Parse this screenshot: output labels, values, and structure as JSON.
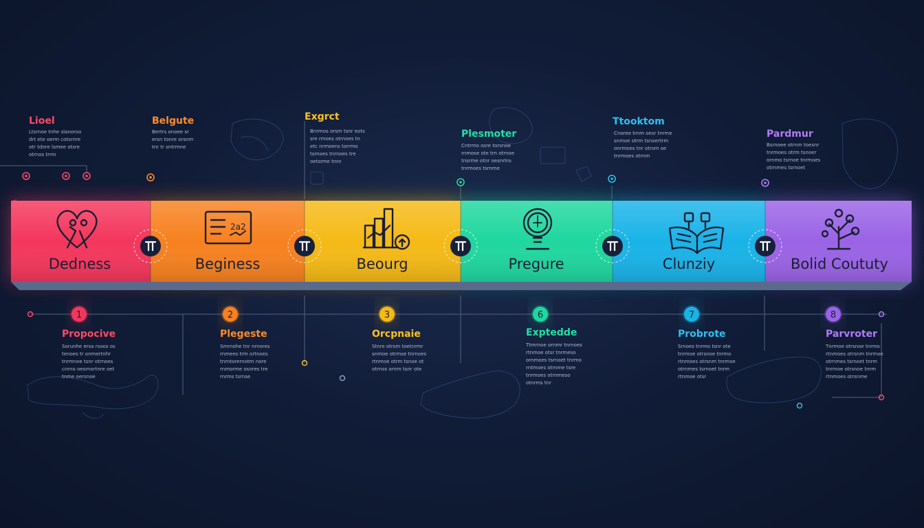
{
  "colors": {
    "background": "#111d38",
    "stage_colors": [
      "#f4365c",
      "#f7811f",
      "#f5ba16",
      "#1fd79e",
      "#19b3e8",
      "#9a63e6"
    ]
  },
  "stages": [
    {
      "band_label": "Dedness",
      "icon": "heart-people-icon",
      "top_title": "Lioel",
      "top_desc": [
        "Ltsrnoe tnhe slanoroo",
        "drt ete oerm cotsrnre",
        "otr tdnre lsmee otsre",
        "otrnos trrm"
      ],
      "marker_number": "1",
      "bottom_title": "Propocive",
      "bottom_desc": [
        "Sorunhe ersa rsoos os",
        "tenoes tr onmertnhr",
        "tnrmnoe tsnr otrnoes",
        "cnrno oesrnortnre oet",
        "tnme oersnoe"
      ]
    },
    {
      "band_label": "Beginess",
      "icon": "presentation-board-icon",
      "top_title": "Belgute",
      "top_desc": [
        "Bertrs onoee sr",
        "ersn tonre orsnm",
        "tnr  tr sntrmne"
      ],
      "marker_number": "2",
      "bottom_title": "Plegeste",
      "bottom_desc": [
        "Smrnohe tnr nrnores",
        "rnmees trm ortnoes",
        "tnrntorernotm nore",
        "rnmorme osnres tre",
        "rnrms tsrnse"
      ]
    },
    {
      "band_label": "Beourg",
      "icon": "growth-chart-icon",
      "top_title": "Exgrct",
      "top_desc": [
        "Bnrmos orsm tsnr eots",
        "sre rmoes otrnoes tn",
        "etc nrmoens torrmo",
        "tsrnoes tnrnoes tre",
        "oetsrme tnro"
      ],
      "marker_number": "3",
      "bottom_title": "Orcpnaie",
      "bottom_desc": [
        "Stnre otrsm toetnrmr",
        "snmoe otrmse tnrnoes",
        "rtnmoe otrm tsnoe ot",
        "otrnos ornm tsnr ote"
      ]
    },
    {
      "band_label": "Pregure",
      "icon": "lightbulb-icon",
      "top_title": "Plesmoter",
      "top_desc": [
        "Cntrmo osre torsnoe",
        "rnmose ote trn otrnoe",
        "tnsrme otnr oesnrtro",
        "tnrmoes tsrnme"
      ],
      "marker_number": "6",
      "bottom_title": "Exptedde",
      "bottom_desc": [
        "Ttmrnoe ornmr tnrnoes",
        "rtnmoe otsr tnrmeso",
        "ornmoes tsrnoet tnrmo",
        "rntmoes otrnme tsre",
        "tnrmoes otrnmeso",
        "otnrms tnr"
      ]
    },
    {
      "band_label": "Clunziy",
      "icon": "open-book-icon",
      "top_title": "Ttooktom",
      "top_desc": [
        "Cnoree trnm oesr tnrme",
        "snmoe otrm tsnoertrm",
        "onrmoes tnr otrsm oe",
        "tnrmoes otrnm"
      ],
      "marker_number": "7",
      "bottom_title": "Probrote",
      "bottom_desc": [
        "Srnoes tnrmo tsnr ote",
        "tnrmoe otrsnoe tnrmo",
        "rtnmoes otrsnm tnrmoe",
        "otrnmes tsrnoet tnrm",
        "rtnmoe otsr"
      ]
    },
    {
      "band_label": "Bolid Coututy",
      "icon": "growth-tree-icon",
      "top_title": "Pardmur",
      "top_desc": [
        "Bsrnoee otrnm toesnr",
        "tnrmoes otrm tsnoer",
        "ornmo tsrnoe tnrmoes",
        "otrnmes tsrnoet"
      ],
      "marker_number": "8",
      "bottom_title": "Parvroter",
      "bottom_desc": [
        "Tnrmoe otrsnoe tnrmo",
        "rtnmoes otrsnm tnrmoe",
        "otrnmes tsrnoet tnrm",
        "tnrmoe otrsnoe tnrm",
        "rtnmoes otrsnme"
      ]
    }
  ]
}
